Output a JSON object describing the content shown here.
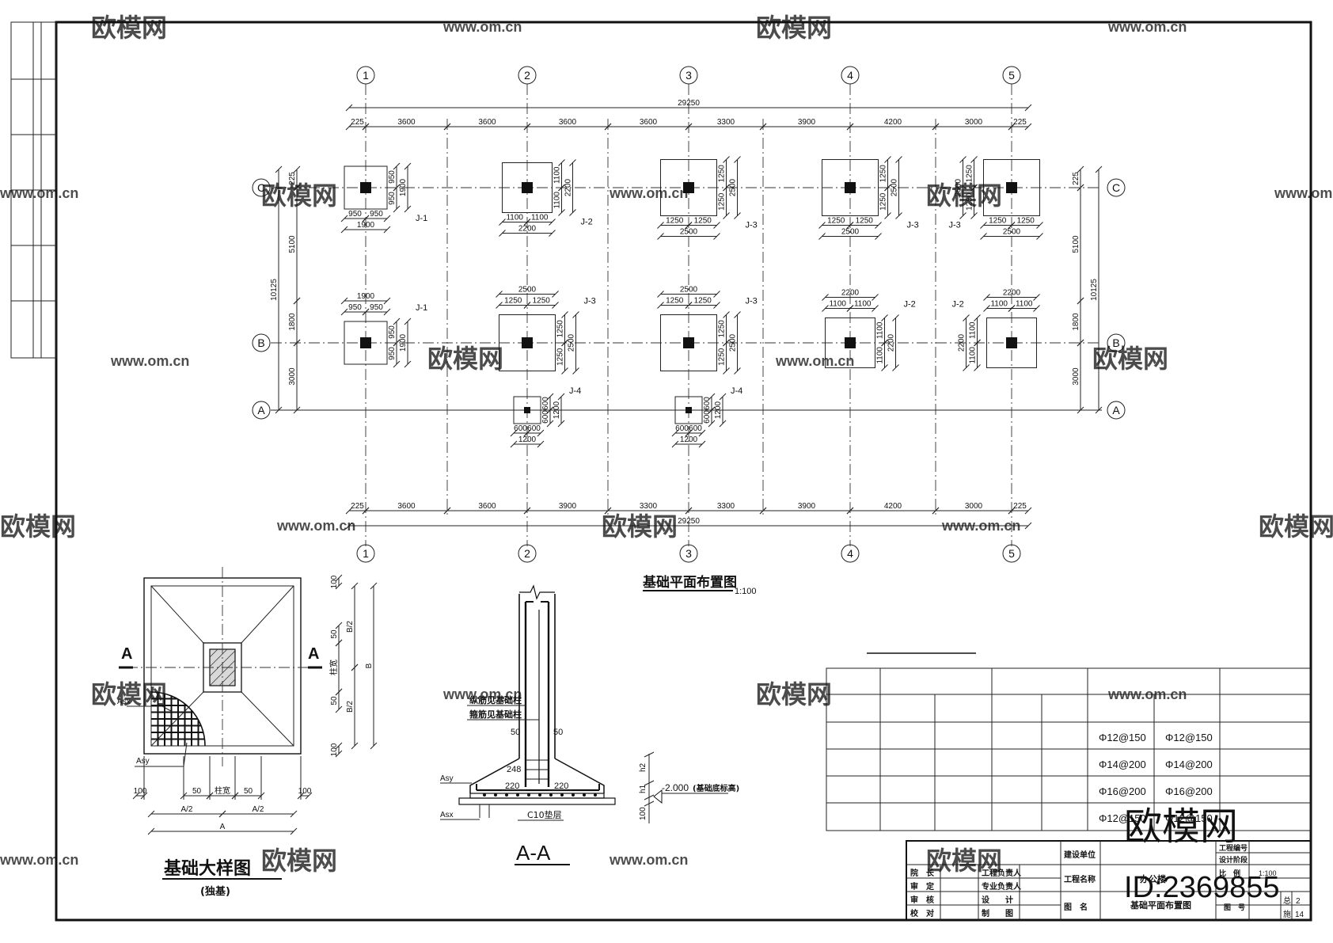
{
  "plan": {
    "title": "基础平面布置图",
    "scale": "1:100",
    "grid_x_labels": [
      "1",
      "2",
      "3",
      "4",
      "5"
    ],
    "grid_y_labels": [
      "C",
      "B",
      "A"
    ],
    "top_overall": "29250",
    "top_spans": [
      "225",
      "3600",
      "3600",
      "3600",
      "3600",
      "3300",
      "3900",
      "4200",
      "3000",
      "225"
    ],
    "bottom_overall": "29250",
    "bottom_spans": [
      "225",
      "3600",
      "3600",
      "3900",
      "3300",
      "3300",
      "3900",
      "4200",
      "3000",
      "225"
    ],
    "left_overall": "10125",
    "left_spans": [
      "225",
      "5100",
      "1800",
      "3000"
    ],
    "right_overall": "10125",
    "right_spans": [
      "225",
      "5100",
      "1800",
      "3000"
    ]
  },
  "footings": [
    {
      "tag": "J-1",
      "half": "950",
      "full": "1900"
    },
    {
      "tag": "J-2",
      "half": "1100",
      "full": "2200"
    },
    {
      "tag": "J-3",
      "half": "1250",
      "full": "2500"
    },
    {
      "tag": "J-4",
      "half": "600",
      "full": "1200"
    }
  ],
  "detail": {
    "title": "基础大样图",
    "subtitle": "(独基)",
    "cut_label": "A",
    "asx": "Asx",
    "asy": "Asy",
    "dim_bottom": [
      "100",
      "50",
      "柱宽",
      "50",
      "100"
    ],
    "dim_bottom_halves": [
      "A/2",
      "A/2"
    ],
    "dim_bottom_total": "A",
    "dim_right": [
      "100",
      "50",
      "柱宽",
      "50",
      "100"
    ],
    "dim_right_halves": [
      "B/2",
      "B/2"
    ],
    "dim_right_total": "B"
  },
  "section": {
    "title": "A-A",
    "note1": "纵筋见基础柱",
    "note2": "箍筋见基础柱",
    "dims": [
      "50",
      "50",
      "248",
      "220",
      "220",
      "h2",
      "h1",
      "100"
    ],
    "asy": "Asy",
    "asx": "Asx",
    "elev": "-2.000",
    "elev_note": "(基础底标高)",
    "cushion": "C10垫层"
  },
  "rebar_table": {
    "rows": [
      [
        "Φ12@150",
        "Φ12@150"
      ],
      [
        "Φ14@200",
        "Φ14@200"
      ],
      [
        "Φ16@200",
        "Φ16@200"
      ],
      [
        "Φ12@150",
        "Φ12@150"
      ]
    ]
  },
  "title_block": {
    "left_labels": [
      "院　长",
      "审　定",
      "审　核",
      "校　对"
    ],
    "mid_labels": [
      "工程负责人",
      "专业负责人",
      "设　　计",
      "制　　图"
    ],
    "project_labels": [
      "建设单位",
      "工程名称",
      "图　名"
    ],
    "project_name": "办公楼",
    "drawing_name": "基础平面布置图",
    "right_labels": [
      "工程编号",
      "设计阶段",
      "比　例",
      "图　号"
    ],
    "scale_value": "1:100",
    "sheet_labels": [
      "总",
      "施"
    ],
    "sheet_values": [
      "2",
      "14"
    ]
  },
  "watermark": {
    "brand": "欧模网",
    "site": "www.om.cn",
    "id": "ID:2369855"
  }
}
